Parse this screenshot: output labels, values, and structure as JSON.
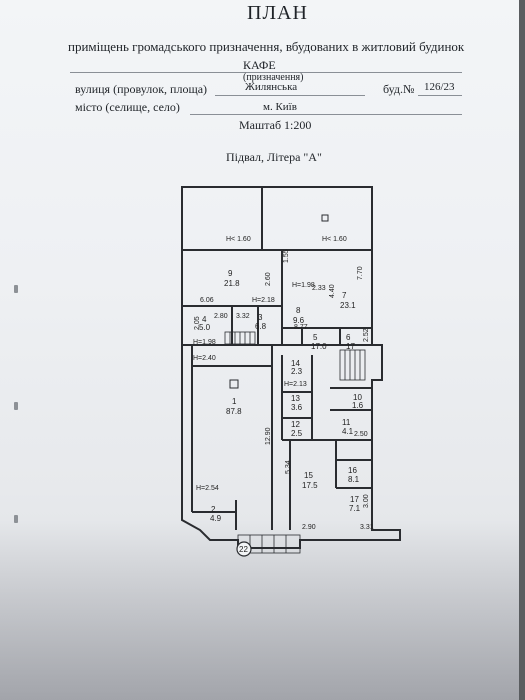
{
  "header": {
    "title": "ПЛАН",
    "subtitle": "приміщень громадського призначення, вбудованих в житловий будинок",
    "purpose_value": "КАФЕ",
    "purpose_caption": "(призначення)",
    "street_label": "вулиця (провулок, площа)",
    "street_value": "Жилянська",
    "building_label": "буд.№",
    "building_value": "126/23",
    "city_label": "місто (селище, село)",
    "city_value": "м. Київ",
    "scale": "Маштаб 1:200",
    "floor": "Підвал,   Літера \"А\""
  },
  "rooms": [
    {
      "num": "9",
      "area": "21.8"
    },
    {
      "num": "8",
      "area": "9.6"
    },
    {
      "num": "7",
      "area": "23.1"
    },
    {
      "num": "6",
      "area": "17"
    },
    {
      "num": "5",
      "area": "17.0"
    },
    {
      "num": "4",
      "area": "5.0"
    },
    {
      "num": "3",
      "area": "6.8"
    },
    {
      "num": "1",
      "area": "87.8"
    },
    {
      "num": "2",
      "area": "4.9"
    },
    {
      "num": "14",
      "area": "2.3"
    },
    {
      "num": "13",
      "area": "3.6"
    },
    {
      "num": "12",
      "area": "2.5"
    },
    {
      "num": "11",
      "area": "4.1"
    },
    {
      "num": "10",
      "area": "1.6"
    },
    {
      "num": "15",
      "area": "17.5"
    },
    {
      "num": "16",
      "area": "8.1"
    },
    {
      "num": "17",
      "area": "7.1"
    }
  ],
  "heights": {
    "h_top_left": "H< 1.60",
    "h_top_right": "H< 1.60",
    "h_room9": "H=2.18",
    "h_room8": "H=1.98",
    "h_room4": "H=1.98",
    "h_room1_top": "H=2.40",
    "h_room14": "H=2.13",
    "h_room1_bottom": "H=2.54"
  },
  "dimensions": {
    "d606": "6.06",
    "d260": "2.60",
    "d770": "7.70",
    "d440": "4.40",
    "d332": "3.32",
    "d280": "2.80",
    "d877": "8.77",
    "d205": "2.05",
    "d252": "2.52",
    "d1290": "12.90",
    "d534": "5.34",
    "d290": "2.90",
    "d331": "3.31",
    "d300": "3.00",
    "d155": "1.55",
    "d233": "2.33",
    "d250": "2.50"
  },
  "markers": {
    "stair_mark": "22"
  }
}
